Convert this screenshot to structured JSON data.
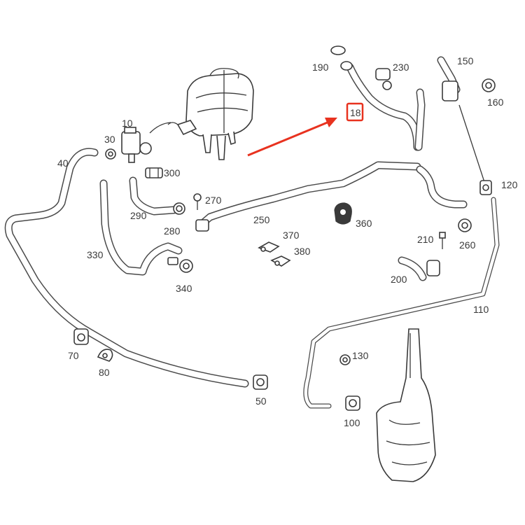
{
  "diagram": {
    "part_numbers": {
      "p10": "10",
      "p18": "18",
      "p30": "30",
      "p40": "40",
      "p50": "50",
      "p70": "70",
      "p80": "80",
      "p100": "100",
      "p110": "110",
      "p120": "120",
      "p130": "130",
      "p150": "150",
      "p160": "160",
      "p190": "190",
      "p200": "200",
      "p210": "210",
      "p230": "230",
      "p250": "250",
      "p260": "260",
      "p270": "270",
      "p280": "280",
      "p290": "290",
      "p300": "300",
      "p330": "330",
      "p340": "340",
      "p360": "360",
      "p370": "370",
      "p380": "380"
    },
    "highlight": {
      "part": "18",
      "color": "#e8321f"
    }
  }
}
